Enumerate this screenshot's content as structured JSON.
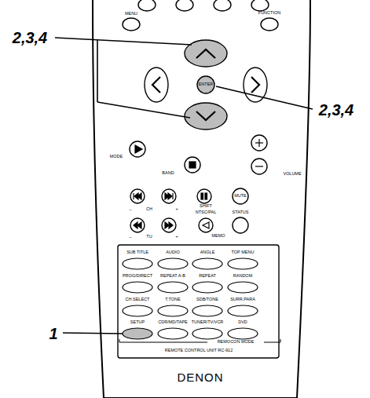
{
  "diagram": {
    "labels": [
      "2,3,4",
      "2,3,4",
      "1",
      "MENU",
      "FUNCTION",
      "ENTER",
      "MODE",
      "VOLUME",
      "BAND",
      "–",
      "CH",
      "+",
      "SHIFT",
      "MUTE",
      "NTSC/PAL",
      "STATUS",
      "–",
      "TU",
      "+",
      "MEMO",
      "SUB TITLE",
      "AUDIO",
      "ANGLE",
      "TOP MENU",
      "PROG/DIRECT",
      "REPEAT A-B",
      "REPEAT",
      "RANDOM",
      "CH.SELECT",
      "T.TONE",
      "SDB/TONE",
      "SURR.PARA",
      "SETUP",
      "CDR/MD/TAPE",
      "TUNER/TV/VCR",
      "DVD",
      "REMOCON MODE",
      "REMOTE CONTROL UNIT RC-912",
      "DENON"
    ]
  }
}
